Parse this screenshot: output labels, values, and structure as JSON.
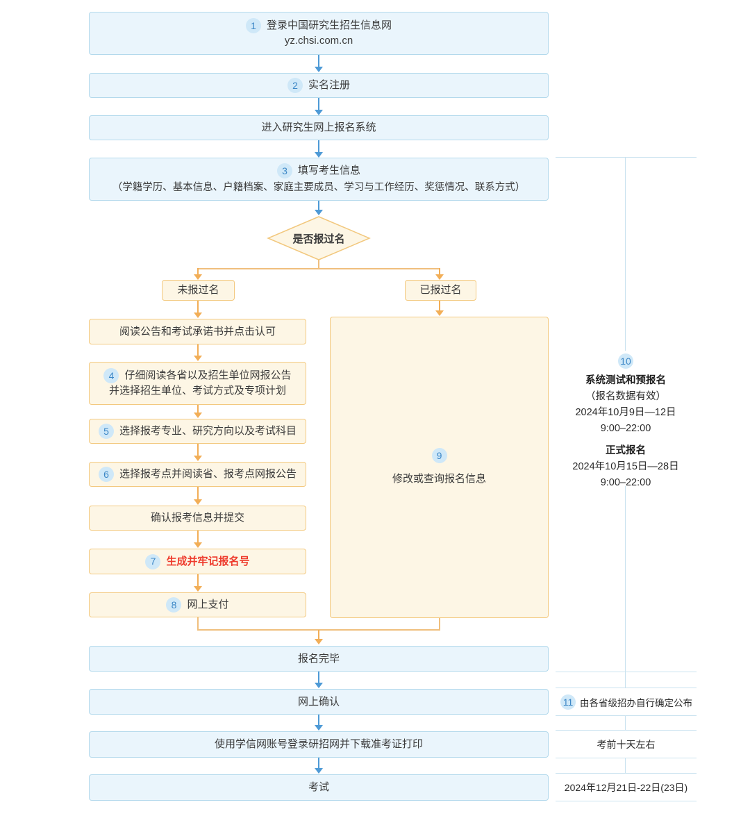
{
  "colors": {
    "blue_fill": "#eaf5fc",
    "blue_border": "#b3d9ec",
    "blue_arrow": "#4e9ad6",
    "cream_fill": "#fdf6e5",
    "cream_border": "#f3c97f",
    "orange_arrow": "#f2ae57",
    "badge_bg": "#cfe8f8",
    "badge_text": "#3c87c6",
    "highlight_red": "#ee3a2c",
    "rule_blue": "#c9e2ef"
  },
  "flow": {
    "login": {
      "badge": "1",
      "line1": "登录中国研究生招生信息网",
      "line2": "yz.chsi.com.cn"
    },
    "register": {
      "badge": "2",
      "label": "实名注册"
    },
    "enter": {
      "label": "进入研究生网上报名系统"
    },
    "fill_info": {
      "badge": "3",
      "label": "填写考生信息",
      "sub": "（学籍学历、基本信息、户籍档案、家庭主要成员、学习与工作经历、奖惩情况、联系方式）"
    },
    "decision": {
      "label": "是否报过名"
    },
    "branch_left": {
      "label": "未报过名"
    },
    "branch_right": {
      "label": "已报过名"
    },
    "left_steps": [
      {
        "label": "阅读公告和考试承诺书并点击认可"
      },
      {
        "badge": "4",
        "line1": "仔细阅读各省以及招生单位网报公告",
        "line2": "并选择招生单位、考试方式及专项计划"
      },
      {
        "badge": "5",
        "label": "选择报考专业、研究方向以及考试科目"
      },
      {
        "badge": "6",
        "label": "选择报考点并阅读省、报考点网报公告"
      },
      {
        "label": "确认报考信息并提交"
      },
      {
        "badge": "7",
        "label": "生成并牢记报名号"
      },
      {
        "badge": "8",
        "label": "网上支付"
      }
    ],
    "modify": {
      "badge": "9",
      "label": "修改或查询报名信息"
    },
    "done": {
      "label": "报名完毕"
    },
    "online_confirm": {
      "label": "网上确认"
    },
    "print_ticket": {
      "label": "使用学信网账号登录研招网并下载准考证打印"
    },
    "exam": {
      "label": "考试"
    }
  },
  "sidebar": {
    "schedule": {
      "badge": "10",
      "title1": "系统测试和预报名",
      "note1": "（报名数据有效）",
      "date1": "2024年10月9日—12日",
      "time1": "9:00–22:00",
      "title2": "正式报名",
      "date2": "2024年10月15日—28日",
      "time2": "9:00–22:00"
    },
    "confirm_note": {
      "badge": "11",
      "label": "由各省级招办自行确定公布"
    },
    "print_note": {
      "label": "考前十天左右"
    },
    "exam_date": {
      "label": "2024年12月21日-22日(23日)"
    }
  }
}
